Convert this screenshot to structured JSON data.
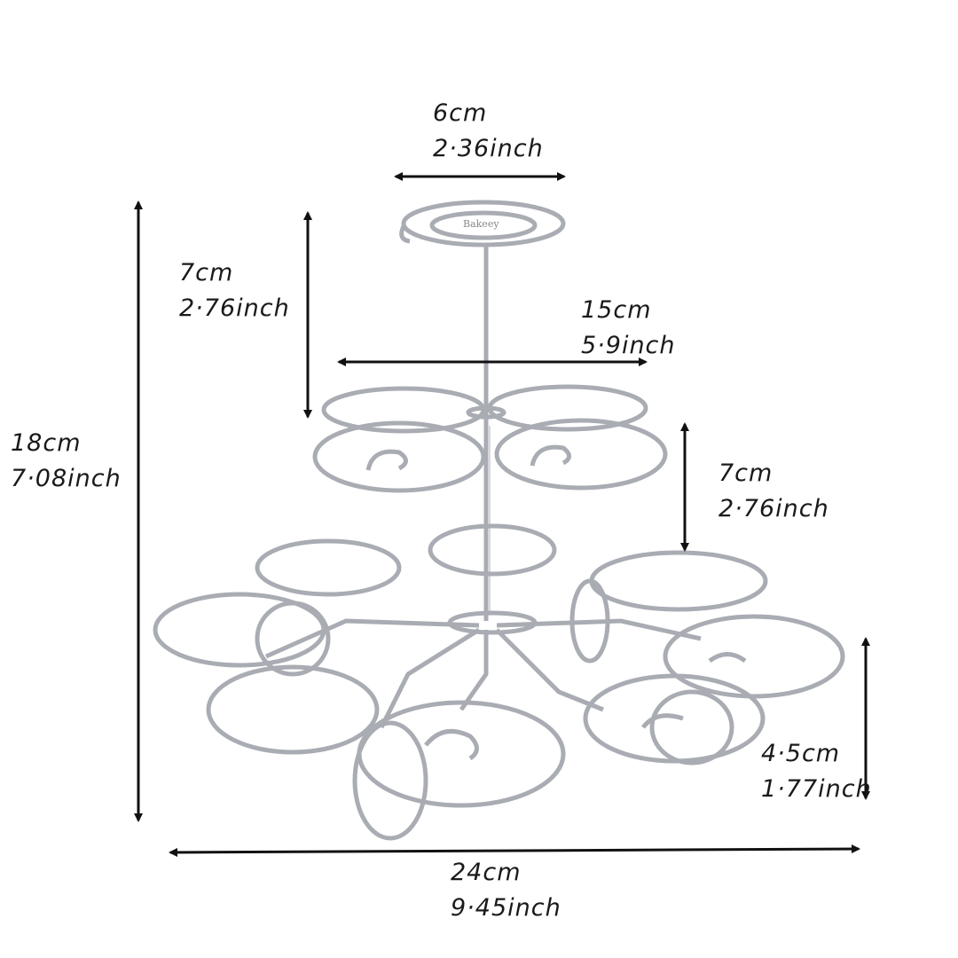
{
  "watermark": "Bakeey",
  "dimensions": {
    "top_width": {
      "cm": "6cm",
      "inch": "2·36inch"
    },
    "top_tier_height": {
      "cm": "7cm",
      "inch": "2·76inch"
    },
    "middle_width": {
      "cm": "15cm",
      "inch": "5·9inch"
    },
    "middle_tier_height": {
      "cm": "7cm",
      "inch": "2·76inch"
    },
    "total_height": {
      "cm": "18cm",
      "inch": "7·08inch"
    },
    "bottom_height": {
      "cm": "4·5cm",
      "inch": "1·77inch"
    },
    "total_width": {
      "cm": "24cm",
      "inch": "9·45inch"
    }
  },
  "colors": {
    "wire": "#a9acb3",
    "arrow": "#111111"
  }
}
